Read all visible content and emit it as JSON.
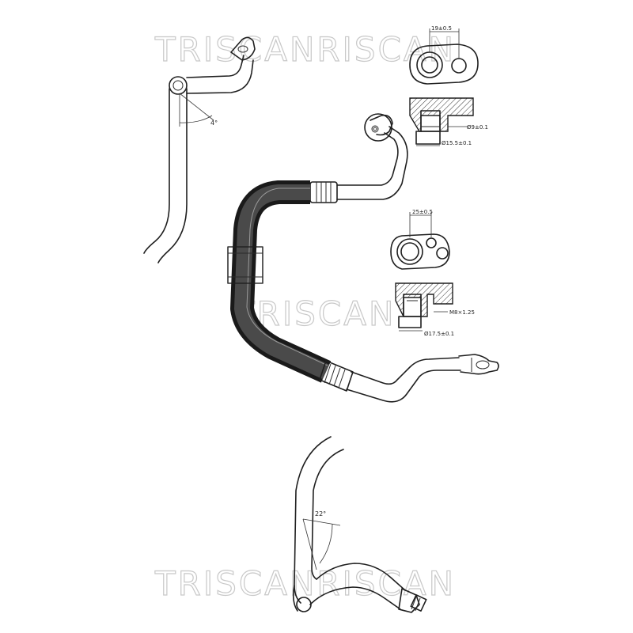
{
  "watermarks": {
    "top": "TRISCANRISCAN",
    "middle": "TRISCAN",
    "bottom": "TRISCANRISCAN"
  },
  "dimensions": {
    "top_width": "19±0.5",
    "top_bore": "Ø9±0.1",
    "top_outer": "Ø15.5±0.1",
    "mid_width": "25±0.5",
    "mid_thread": "M8×1.25",
    "mid_outer": "Ø17.5±0.1"
  },
  "angles": {
    "top_view": "4°",
    "bottom_view": "22°"
  }
}
